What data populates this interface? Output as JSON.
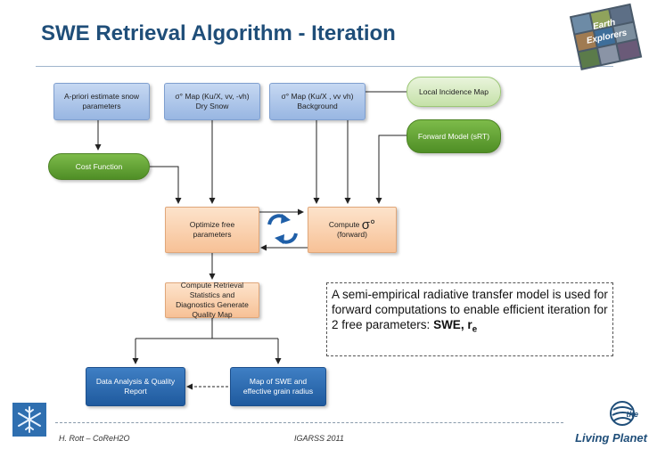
{
  "slide": {
    "title": "SWE Retrieval Algorithm - Iteration"
  },
  "boxes": {
    "apriori": "A-priori estimate snow parameters",
    "sigma_dry_sym": "σ°",
    "sigma_dry": "Map (Ku/X, vv, -vh) Dry Snow",
    "sigma_bg_sym": "σ°",
    "sigma_bg": "Map (Ku/X , vv vh) Background",
    "local_incidence": "Local Incidence Map",
    "forward_model": "Forward Model (sRT)",
    "cost_function": "Cost Function",
    "optimize": "Optimize free parameters",
    "compute_forward_pre": "Compute",
    "compute_forward_sym": "σ°",
    "compute_forward_post": "(forward)",
    "retrieval": "Compute Retrieval Statistics and Diagnostics Generate Quality Map",
    "data_analysis": "Data Analysis & Quality Report",
    "map_swe": "Map of SWE and effective grain radius"
  },
  "note": {
    "text": "A semi-empirical radiative transfer model is used for forward computations to enable efficient iteration for 2 free parameters: ",
    "bold_text": "SWE, r",
    "bold_sub": "e"
  },
  "footer": {
    "left": "H. Rott – CoReH2O",
    "center": "IGARSS 2011"
  },
  "logos": {
    "top_right_text_1": "Earth",
    "top_right_text_2": "Explorers",
    "bottom_right_text_1": "the",
    "bottom_right_text_2": "Living Planet"
  },
  "colors": {
    "title": "#1f4e79",
    "light_blue_box": "#aec6ea",
    "dark_blue_box": "#2b6cb0",
    "orange_box": "#f9cfa8",
    "light_green_box": "#d9ecc4",
    "dark_green_box": "#5f9e33",
    "cycle_arrows": "#1f5fa8"
  }
}
